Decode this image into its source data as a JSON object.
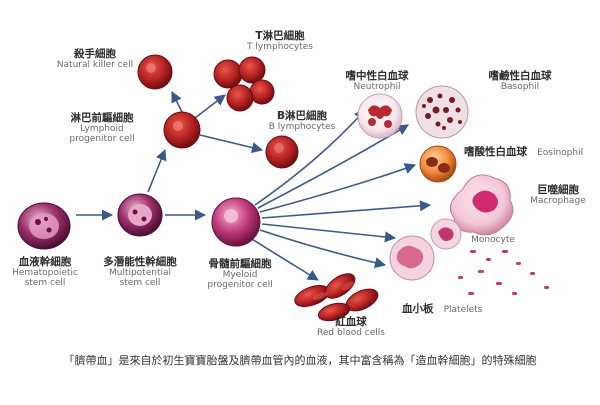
{
  "labels": {
    "natural_killer": {
      "zh": "殺手細胞",
      "en": "Natural killer cell"
    },
    "t_lymphocytes": {
      "zh": "T淋巴細胞",
      "en": "T lymphocytes"
    },
    "lymphoid_progenitor": {
      "zh": "淋巴前驅細胞",
      "en1": "Lymphoid",
      "en2": "progenitor cell"
    },
    "b_lymphocytes": {
      "zh": "B淋巴細胞",
      "en": "B lymphocytes"
    },
    "neutrophil": {
      "zh": "嗜中性白血球",
      "en": "Neutrophil"
    },
    "basophil": {
      "zh": "嗜鹼性白血球",
      "en": "Basophil"
    },
    "eosinophil": {
      "zh": "嗜酸性白血球",
      "en": "Eosinophil"
    },
    "macrophage": {
      "zh": "巨噬細胞",
      "en": "Macrophage"
    },
    "monocyte": {
      "en": "Monocyte"
    },
    "hematopoietic": {
      "zh": "血液幹細胞",
      "en1": "Hematopoietic",
      "en2": "stem cell"
    },
    "multipotential": {
      "zh": "多潛能性幹細胞",
      "en1": "Multipotential",
      "en2": "stem cell"
    },
    "myeloid": {
      "zh": "骨髓前驅細胞",
      "en1": "Myeloid",
      "en2": "progenitor cell"
    },
    "platelets": {
      "zh": "血小板",
      "en": "Platelets"
    },
    "red_blood": {
      "zh": "紅血球",
      "en": "Red blood cells"
    }
  },
  "caption": "「臍帶血」是來自於初生寶寶胎盤及臍帶血管內的血液，其中富含稱為「造血幹細胞」的特殊細胞",
  "colors": {
    "arrow": "#3a5a8a",
    "cell_red": "#b52222",
    "cell_dark": "#6e0d12",
    "stem_purple": "#9a2f6a",
    "myeloid_magenta": "#c03c7a",
    "macrophage_pink": "#d02a70",
    "platelet_pink": "#d86890"
  }
}
